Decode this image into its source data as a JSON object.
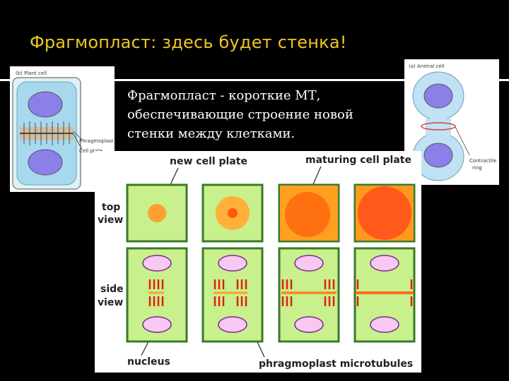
{
  "slide": {
    "title": "Фрагмопласт:   здесь будет стенка!",
    "description_lines": [
      "Фрагмопласт - короткие МТ,",
      "обеспечивающие строение новой",
      "стенки между клетками."
    ],
    "title_color": "#f0c81e"
  },
  "plant_figure": {
    "caption": "(b) Plant cell",
    "label_phragmoplast": "Phragmoplast",
    "label_cell_plate": "Cell plate"
  },
  "animal_figure": {
    "caption": "(a) Animal cell",
    "label_contractile_1": "Contractile",
    "label_contractile_2": "ring"
  },
  "main_figure": {
    "label_new_cell_plate": "new cell plate",
    "label_maturing_cell_plate": "maturing cell plate",
    "label_top_1": "top",
    "label_top_2": "view",
    "label_side_1": "side",
    "label_side_2": "view",
    "label_nucleus": "nucleus",
    "label_phragmoplast_microtubules": "phragmoplast microtubules",
    "colors": {
      "cell_fill": "#c8f08c",
      "cell_border": "#3a7a2a",
      "plate_orange": "#ff7a10",
      "plate_light": "#ffb03a",
      "nucleus_fill": "#f6c8f2",
      "microtubule": "#e02010"
    }
  }
}
